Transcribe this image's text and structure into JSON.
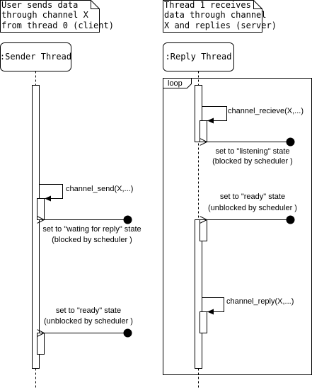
{
  "notes": {
    "client": [
      "User sends data",
      "through channel X",
      "from thread 0 (client)"
    ],
    "server": [
      "Thread 1 receives",
      "data through channel",
      "X and replies (server)"
    ]
  },
  "lifelines": {
    "sender": ":Sender Thread",
    "reply": ":Reply Thread"
  },
  "frame": {
    "label": "loop"
  },
  "messages": {
    "channel_recieve": "channel_recieve(X,...)",
    "channel_send": "channel_send(X,...)",
    "channel_reply": "channel_reply(X,...)"
  },
  "states": {
    "listening": [
      "set to \"listening\" state",
      "(blocked by scheduler )"
    ],
    "ready_server": [
      "set to \"ready\" state",
      "(unblocked by scheduler )"
    ],
    "waiting": [
      "set to \"wating for reply\" state",
      "(blocked by scheduler )"
    ],
    "ready_client": [
      "set to \"ready\" state",
      "(unblocked by scheduler )"
    ]
  }
}
